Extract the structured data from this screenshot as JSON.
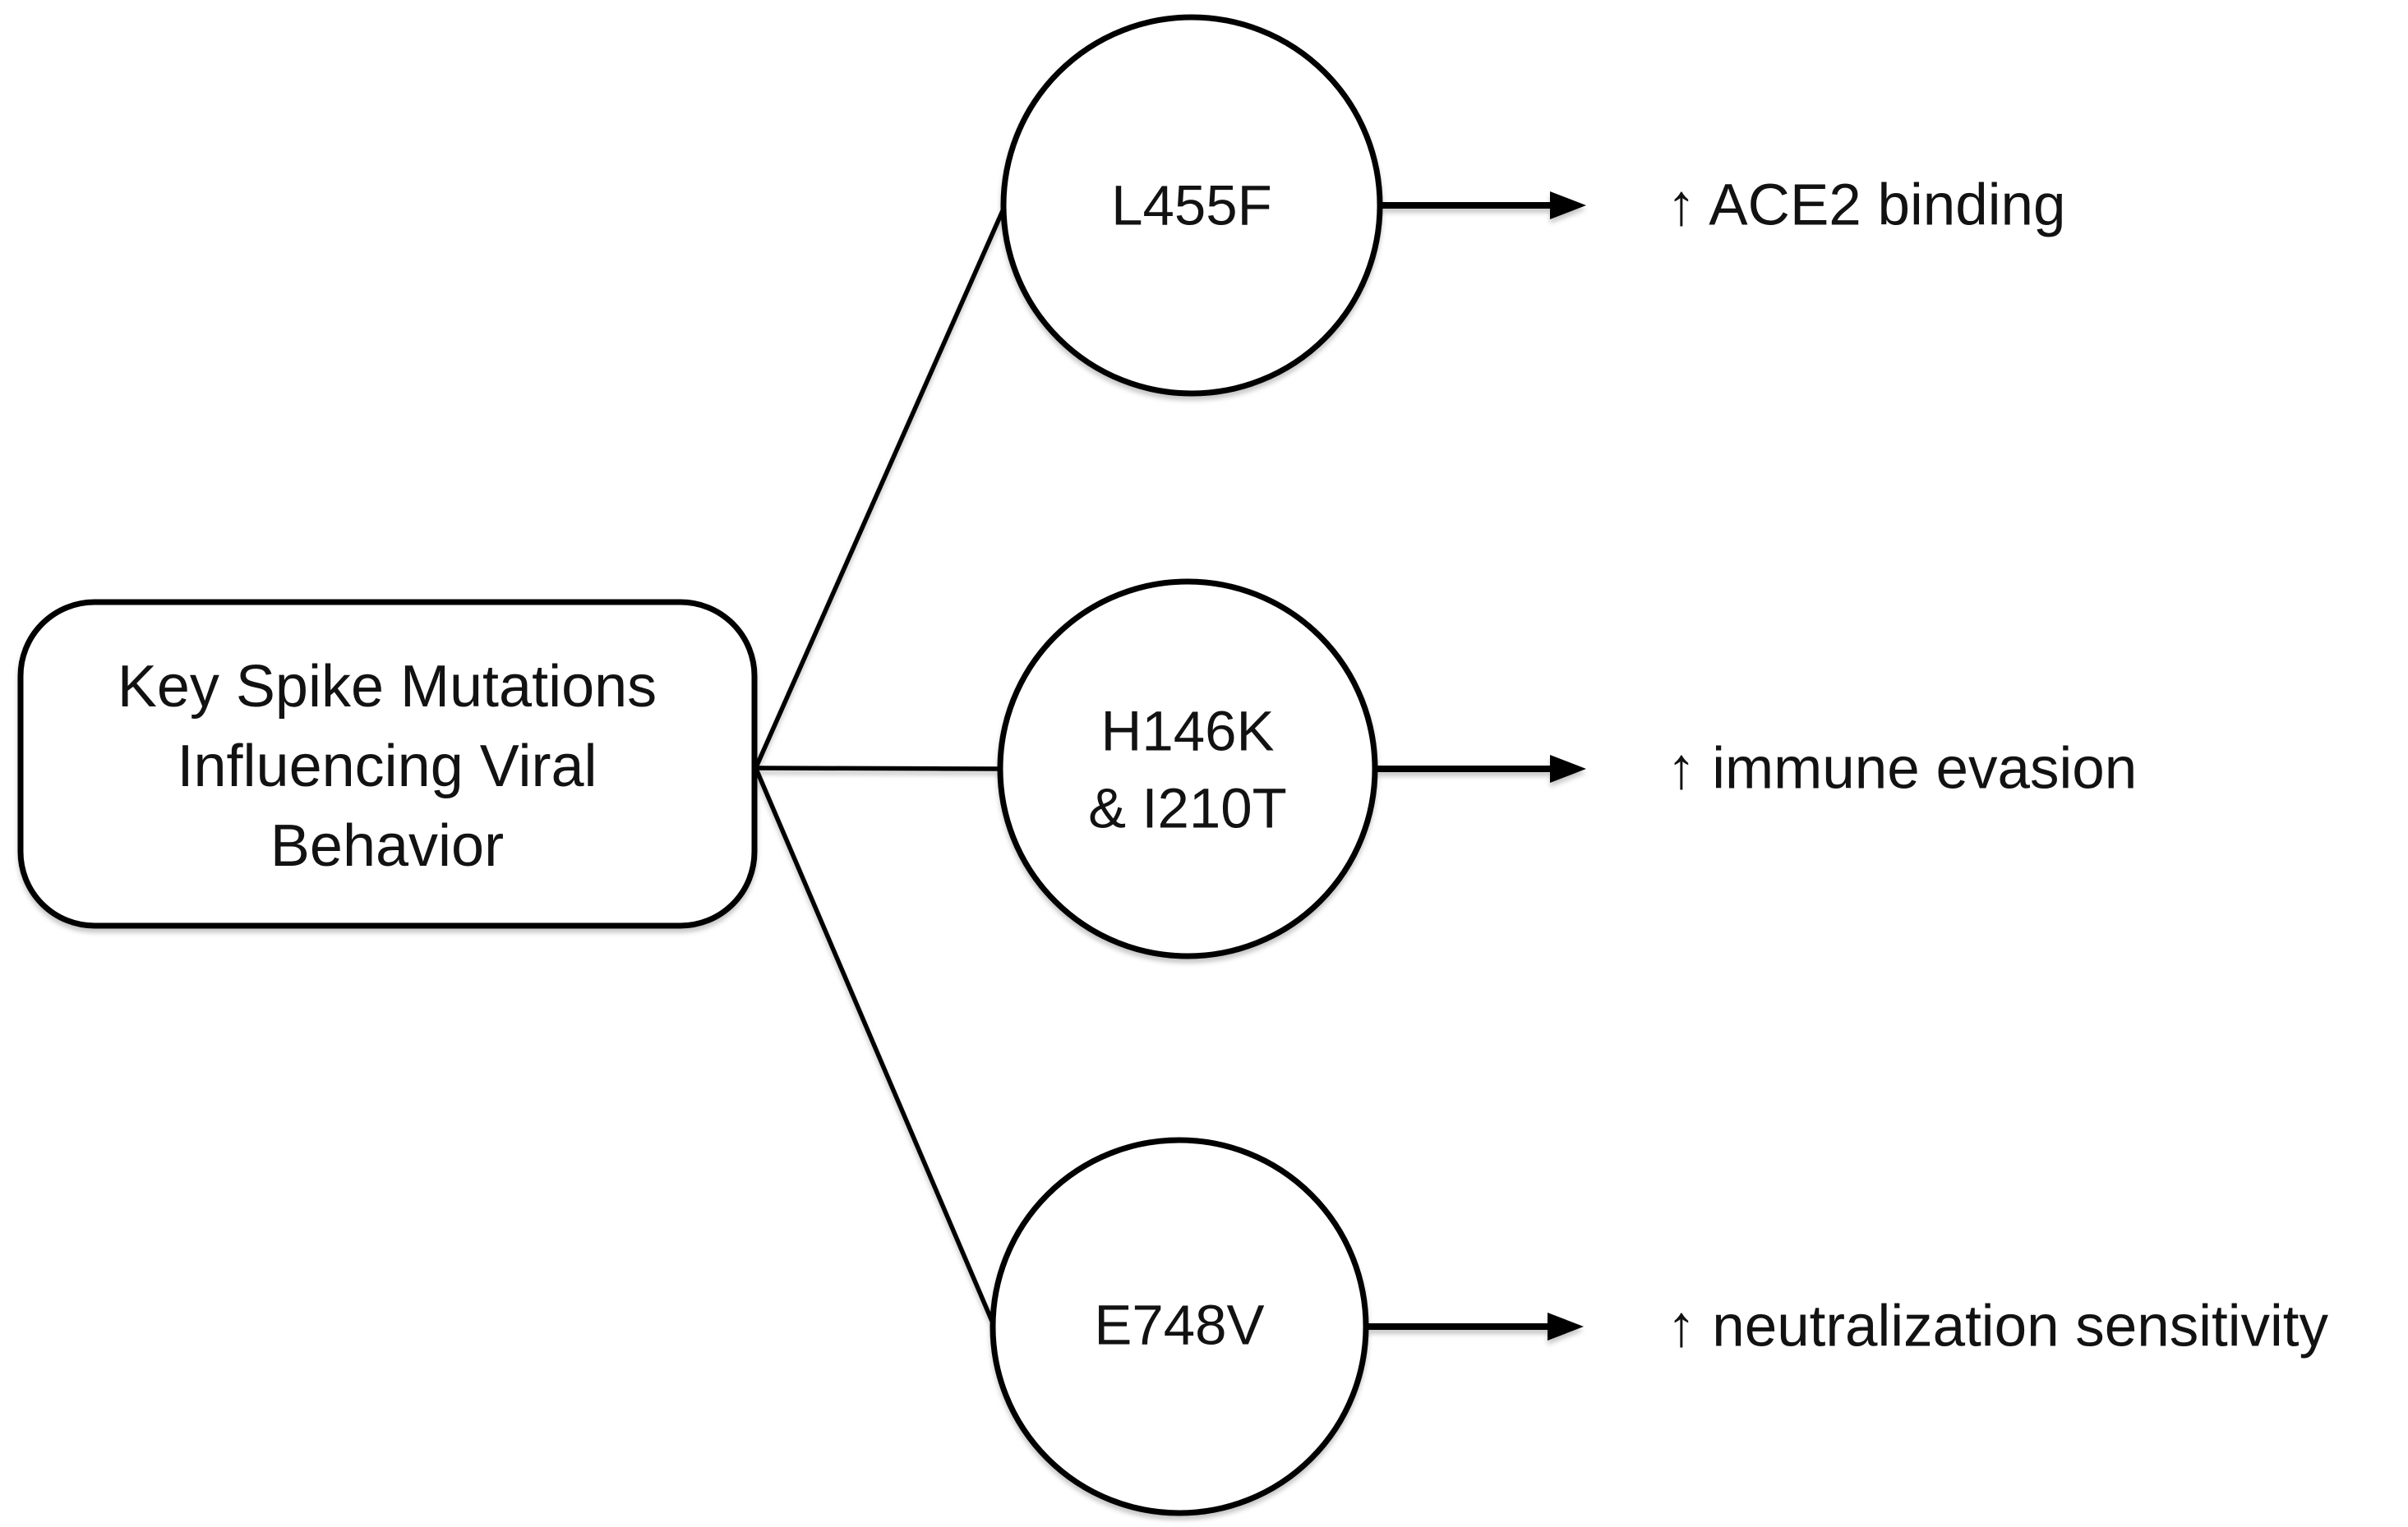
{
  "diagram": {
    "background_color": "#ffffff",
    "stroke_color": "#000000",
    "text_color": "#121212",
    "title_box": {
      "lines": [
        "Key Spike Mutations",
        "Influencing Viral",
        "Behavior"
      ]
    },
    "nodes": [
      {
        "label_lines": [
          "L455F"
        ],
        "outcome": "↑ ACE2 binding"
      },
      {
        "label_lines": [
          "H146K",
          "& I210T"
        ],
        "outcome": "↑ immune evasion"
      },
      {
        "label_lines": [
          "E748V"
        ],
        "outcome": "↑ neutralization sensitivity"
      }
    ]
  }
}
